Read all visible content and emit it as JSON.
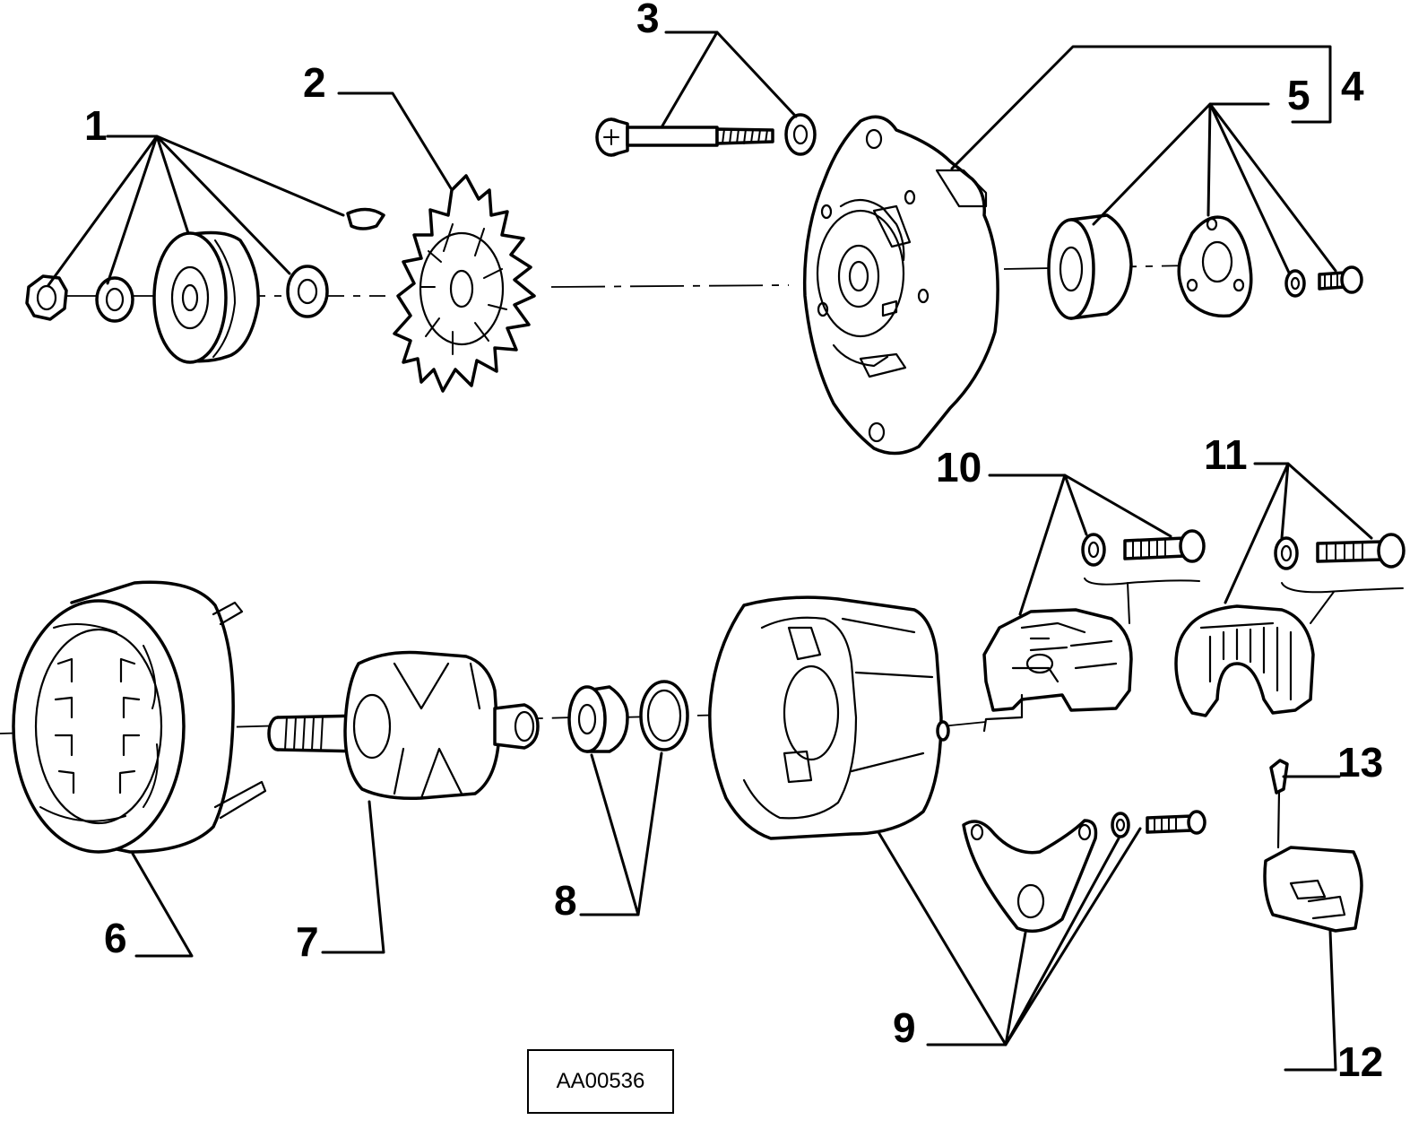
{
  "diagram": {
    "type": "exploded-parts-view",
    "reference_code": "AA00536",
    "callouts": [
      {
        "id": "1",
        "label": "1"
      },
      {
        "id": "2",
        "label": "2"
      },
      {
        "id": "3",
        "label": "3"
      },
      {
        "id": "4",
        "label": "4"
      },
      {
        "id": "5",
        "label": "5"
      },
      {
        "id": "6",
        "label": "6"
      },
      {
        "id": "7",
        "label": "7"
      },
      {
        "id": "8",
        "label": "8"
      },
      {
        "id": "9",
        "label": "9"
      },
      {
        "id": "10",
        "label": "10"
      },
      {
        "id": "11",
        "label": "11"
      },
      {
        "id": "12",
        "label": "12"
      },
      {
        "id": "13",
        "label": "13"
      }
    ],
    "colors": {
      "ink": "#000000",
      "background": "#ffffff"
    }
  }
}
